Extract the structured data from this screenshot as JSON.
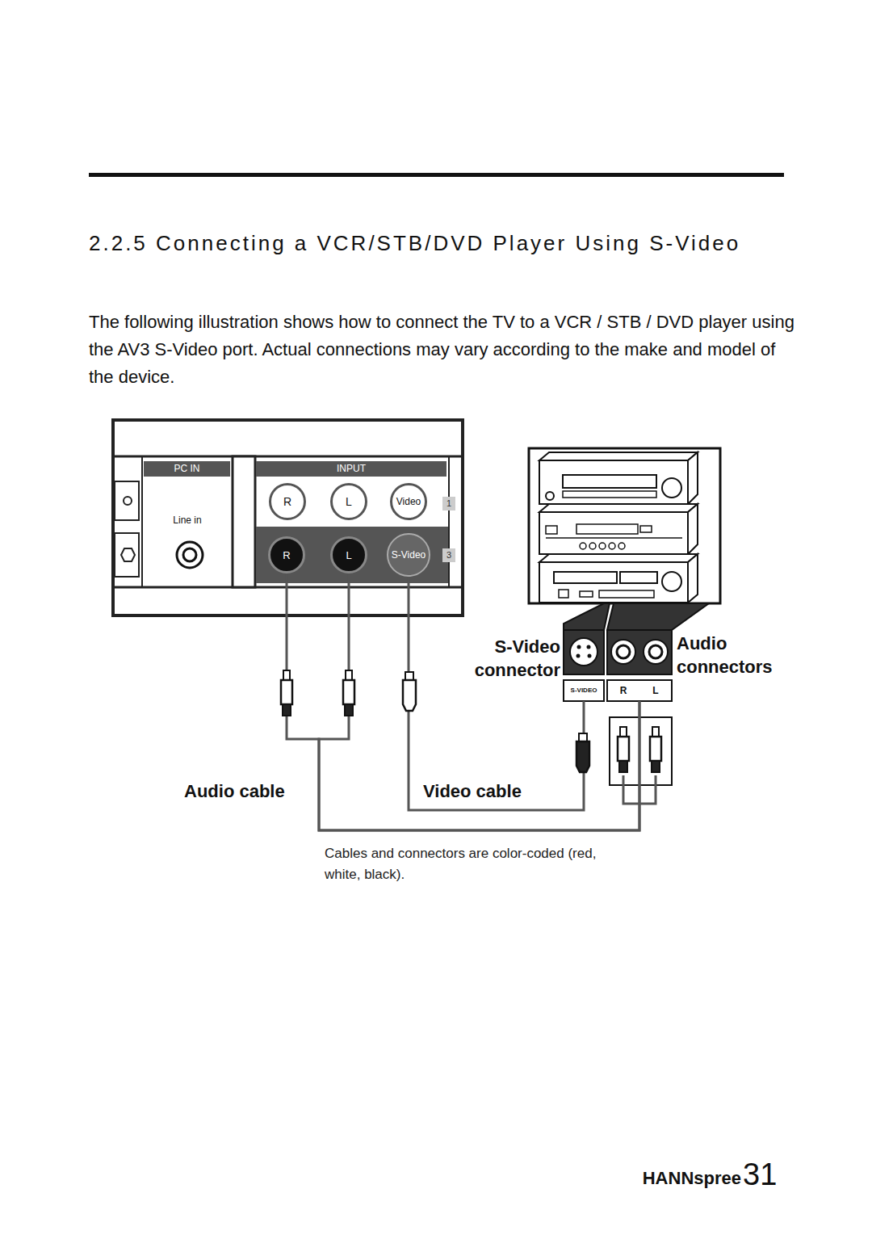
{
  "diagram": {
    "title": "2.2.5 Connecting a VCR/STB/DVD Player Using S-Video",
    "caption": "Cables and connectors are color-coded (red, white, black).",
    "nodes": [
      {
        "text": [
          "PC IN",
          "Line in"
        ]
      },
      {
        "text": [
          "INPUT"
        ]
      },
      {
        "text": [
          "R"
        ],
        "in": 1
      },
      {
        "text": [
          "L"
        ],
        "in": 1
      },
      {
        "text": [
          "Video"
        ],
        "in": 1
      },
      {
        "text": [
          "R"
        ],
        "in": 1
      },
      {
        "text": [
          "L"
        ],
        "in": 1
      },
      {
        "text": [
          "S-Video"
        ],
        "in": 1
      },
      {
        "text": [
          "S-Video connector",
          "S-VIDEO"
        ]
      },
      {
        "text": [
          "Audio connectors",
          "R",
          "L"
        ]
      }
    ],
    "edges": [
      {
        "from": 5,
        "to": 9,
        "label": "Audio cable",
        "arrow": "none"
      },
      {
        "from": 6,
        "to": 9,
        "arrow": "none"
      },
      {
        "from": 7,
        "to": 8,
        "label": "Video cable",
        "arrow": "none"
      }
    ],
    "labels": [
      "The following illustration shows how to connect the TV to a VCR / STB / DVD player using the AV3 S-Video port. Actual connections may vary according to the make and model of the device.",
      "1",
      "3",
      "HANNspree",
      "31"
    ]
  }
}
